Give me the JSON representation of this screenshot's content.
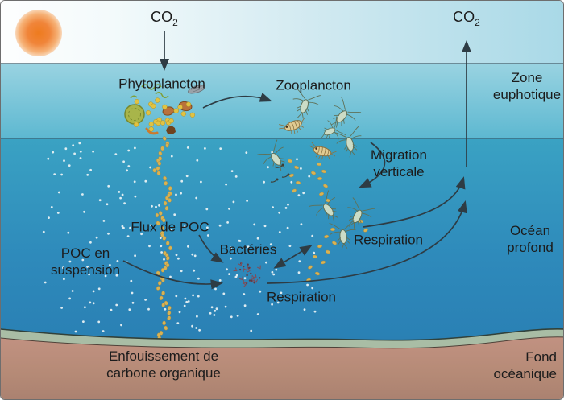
{
  "labels": {
    "atmosphere": {
      "co2_left": {
        "text": "CO",
        "sub": "2"
      },
      "co2_right": {
        "text": "CO",
        "sub": "2"
      }
    },
    "euphotic_zone": {
      "name_line1": "Zone",
      "name_line2": "euphotique",
      "phytoplancton": "Phytoplancton",
      "zooplancton": "Zooplancton"
    },
    "deep_ocean": {
      "name_line1": "Océan",
      "name_line2": "profond",
      "migration_line1": "Migration",
      "migration_line2": "verticale",
      "flux_de_poc": "Flux de POC",
      "bacteries": "Bactéries",
      "respiration_zooplancton": "Respiration",
      "respiration_bacteries": "Respiration",
      "poc_suspension_line1": "POC en",
      "poc_suspension_line2": "suspension"
    },
    "seafloor": {
      "name_line1": "Fond",
      "name_line2": "océanique",
      "enfouissement_line1": "Enfouissement de",
      "enfouissement_line2": "carbone organique"
    }
  },
  "colors": {
    "sky_right": "#a9d9e7",
    "euphotic_top": "#99d3e1",
    "euphotic_bottom": "#5db8d1",
    "deep_top": "#3aa2c3",
    "deep_bottom": "#2779af",
    "sun": "#ee7b1e",
    "arrow": "#2e3c44",
    "text": "#1c1c1c",
    "surface_line": "#53707c",
    "euphotic_line": "#3f6d80",
    "sediment_band": "#a9bda5",
    "sediment": "#bd9181",
    "poc_white": "#eef4f5",
    "poc_yellow": "#d9b353",
    "bacteria": "#7d4f5c"
  },
  "icons": {
    "sun": "sun-icon",
    "phytoplankton_cluster": "phytoplankton-cluster-icon",
    "zooplankton_surface": "zooplankton-cluster-icon",
    "zooplankton_deep": "zooplankton-deep-cluster-icon",
    "bacteria_cluster": "bacteria-cluster-icon",
    "poc_white_particles": "poc-particles-icon",
    "poc_sinking_column": "sinking-poc-icon",
    "fecal_pellets": "fecal-pellets-icon"
  }
}
